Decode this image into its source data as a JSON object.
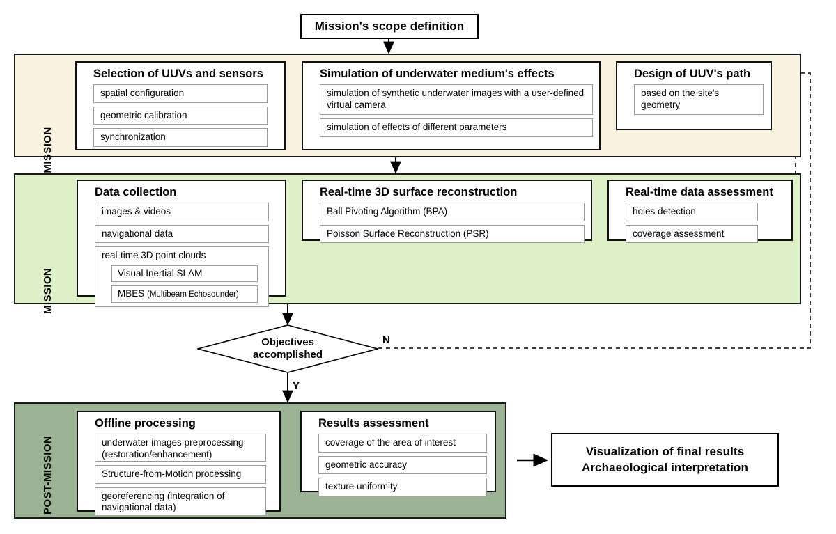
{
  "diagram": {
    "title_box": {
      "label": "Mission's scope definition"
    },
    "decision": {
      "label_line1": "Objectives",
      "label_line2": "accomplished",
      "yes": "Y",
      "no": "N"
    },
    "final_box": {
      "line1": "Visualization of final results",
      "line2": "Archaeological interpretation"
    },
    "phases": [
      {
        "id": "pre-mission",
        "label": "PRE-MISSION",
        "color": "#faf2e0",
        "groups": [
          {
            "id": "selection-of-uuvs-and-sensors",
            "title": "Selection of UUVs and sensors",
            "items": [
              {
                "text": "spatial configuration"
              },
              {
                "text": "geometric calibration"
              },
              {
                "text": "synchronization"
              }
            ]
          },
          {
            "id": "simulation-of-underwater-mediums-effects",
            "title": "Simulation of underwater medium's effects",
            "items": [
              {
                "text": "simulation of synthetic underwater images with a user-defined virtual camera"
              },
              {
                "text": "simulation of effects of different parameters"
              }
            ]
          },
          {
            "id": "design-of-uuvs-path",
            "title": "Design of UUV's path",
            "items": [
              {
                "text": "based on the site's geometry"
              }
            ]
          }
        ]
      },
      {
        "id": "mission",
        "label": "MISSION",
        "color": "#def0c8",
        "groups": [
          {
            "id": "data-collection",
            "title": "Data collection",
            "items": [
              {
                "text": "images & videos"
              },
              {
                "text": "navigational data"
              },
              {
                "text": "real-time 3D point clouds",
                "subitems": [
                  {
                    "text": "Visual Inertial SLAM",
                    "small": ""
                  },
                  {
                    "text": "MBES ",
                    "small": "(Multibeam Echosounder)"
                  }
                ]
              }
            ]
          },
          {
            "id": "real-time-3d-surface-reconstruction",
            "title": "Real-time 3D surface reconstruction",
            "items": [
              {
                "text": "Ball Pivoting  Algorithm (BPA)"
              },
              {
                "text": "Poisson Surface Reconstruction (PSR)"
              }
            ]
          },
          {
            "id": "real-time-data-assessment",
            "title": "Real-time data assessment",
            "items": [
              {
                "text": "holes detection"
              },
              {
                "text": "coverage assessment"
              }
            ]
          }
        ]
      },
      {
        "id": "post-mission",
        "label": "POST-MISSION",
        "color": "#9cb295",
        "groups": [
          {
            "id": "offline-processing",
            "title": "Offline processing",
            "items": [
              {
                "text": "underwater images preprocessing (restoration/enhancement)"
              },
              {
                "text": "Structure-from-Motion processing"
              },
              {
                "text": "georeferencing (integration of navigational data)"
              }
            ]
          },
          {
            "id": "results-assessment",
            "title": "Results assessment",
            "items": [
              {
                "text": "coverage of the area of interest"
              },
              {
                "text": "geometric accuracy"
              },
              {
                "text": "texture uniformity"
              }
            ]
          }
        ]
      }
    ]
  }
}
